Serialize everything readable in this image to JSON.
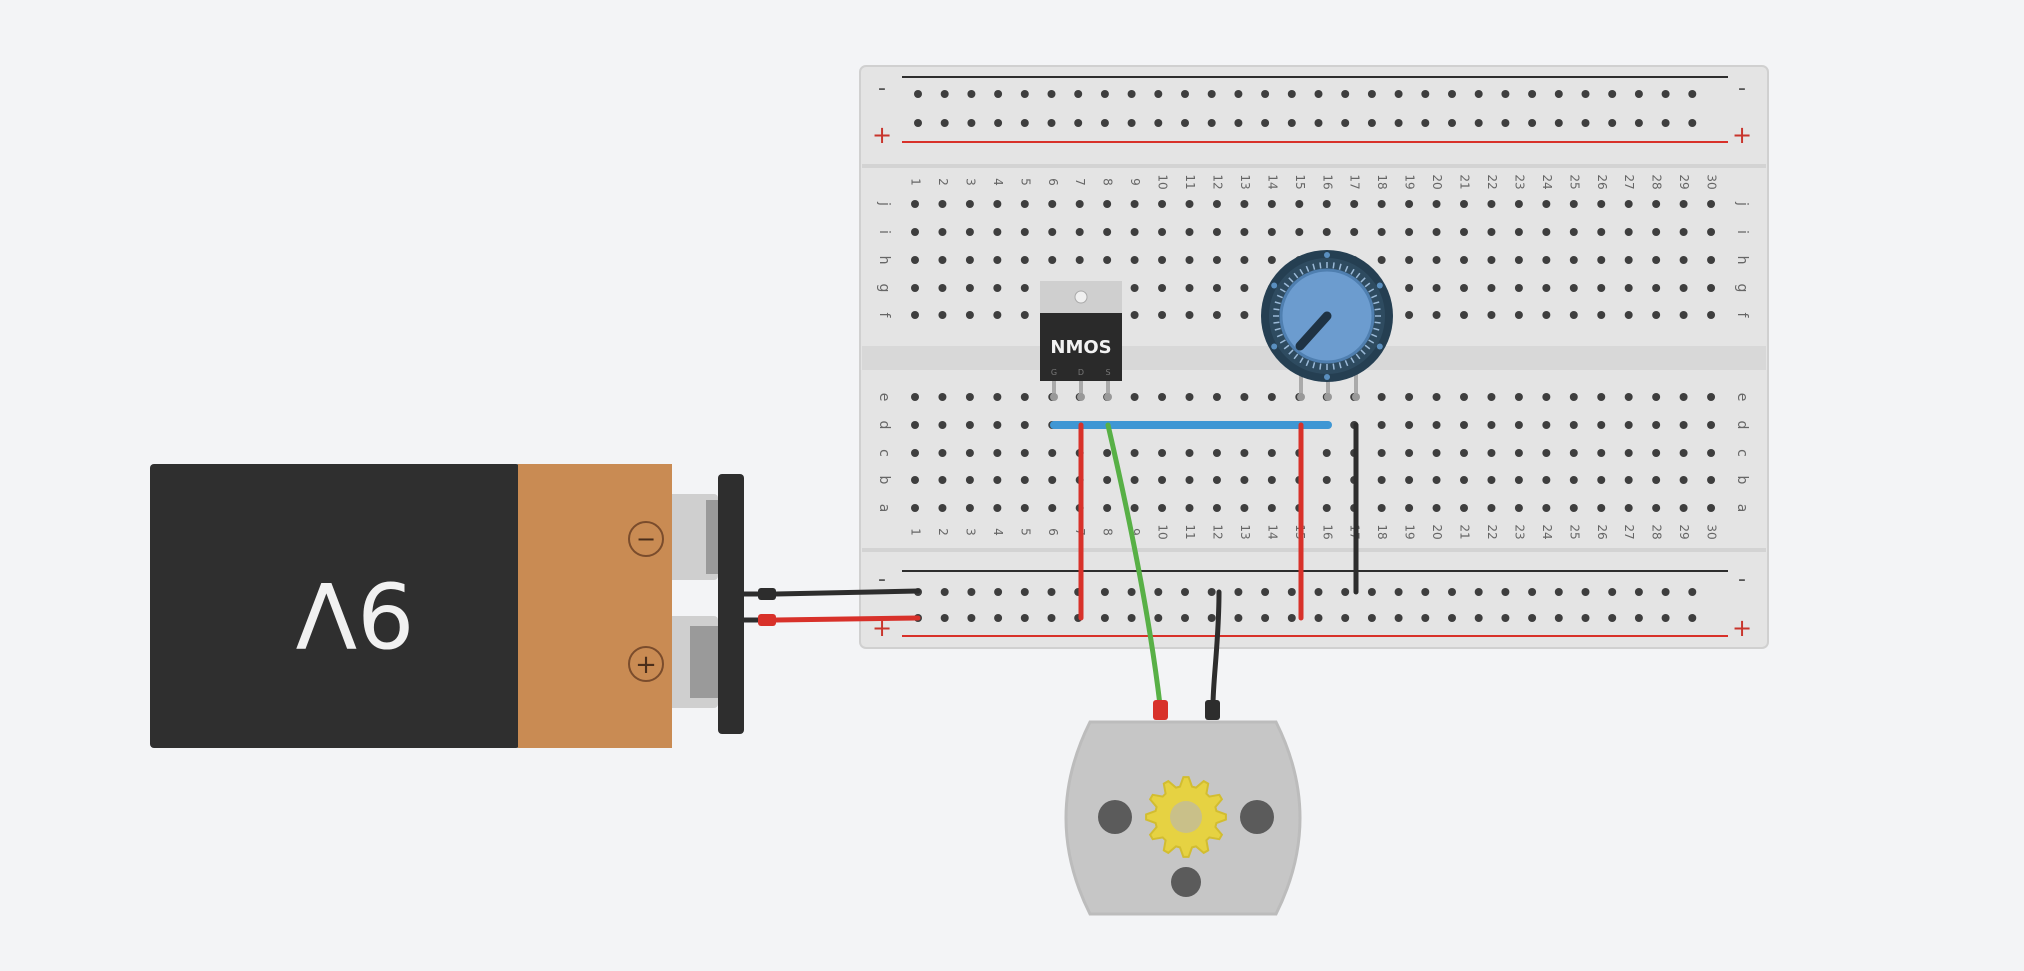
{
  "breadboard": {
    "rail_minus": "-",
    "rail_plus": "+",
    "columns": [
      "1",
      "2",
      "3",
      "4",
      "5",
      "6",
      "7",
      "8",
      "9",
      "10",
      "11",
      "12",
      "13",
      "14",
      "15",
      "16",
      "17",
      "18",
      "19",
      "20",
      "21",
      "22",
      "23",
      "24",
      "25",
      "26",
      "27",
      "28",
      "29",
      "30"
    ],
    "rows_top": [
      "j",
      "i",
      "h",
      "g",
      "f"
    ],
    "rows_bottom": [
      "e",
      "d",
      "c",
      "b",
      "a"
    ]
  },
  "battery": {
    "label": "9V",
    "minus_symbol": "−",
    "plus_symbol": "+"
  },
  "mosfet": {
    "label": "NMOS",
    "pins": [
      "G",
      "D",
      "S"
    ]
  },
  "colors": {
    "background": "#f3f4f6",
    "board": "#e4e4e4",
    "wire_red": "#d8312a",
    "wire_black": "#2d2d2d",
    "wire_green": "#58b046",
    "wire_blue": "#3f97d4",
    "battery_body": "#2f2f2f",
    "battery_band": "#c98b53",
    "pot_knob": "#6c9ccf",
    "gear": "#e6d242"
  }
}
